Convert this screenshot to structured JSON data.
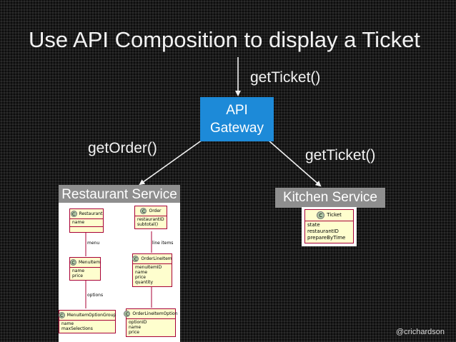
{
  "title": "Use API Composition to display a Ticket",
  "gateway": {
    "line1": "API",
    "line2": "Gateway"
  },
  "calls": {
    "incoming": "getTicket()",
    "left": "getOrder()",
    "right": "getTicket()"
  },
  "services": {
    "restaurant": "Restaurant Service",
    "kitchen": "Kitchen Service"
  },
  "restaurant_diagram": {
    "classes": {
      "restaurant": {
        "name": "Restaurant",
        "attrs": [
          "name"
        ]
      },
      "order": {
        "name": "Order",
        "attrs": [
          "restaurantID",
          "subtotal()"
        ]
      },
      "menuitem": {
        "name": "MenuItem",
        "attrs": [
          "name",
          "price"
        ]
      },
      "orderlineitem": {
        "name": "OrderLineItem",
        "attrs": [
          "menuItemID",
          "name",
          "price",
          "quantity"
        ]
      },
      "menuitemoptiongroup": {
        "name": "MenuItemOptionGroup",
        "attrs": [
          "name",
          "maxSelections"
        ]
      },
      "orderlineitemoption": {
        "name": "OrderLineItemOption",
        "attrs": [
          "optionID",
          "name",
          "price"
        ]
      }
    },
    "relations": {
      "menu": "menu",
      "line_items": "line items",
      "options": "options"
    }
  },
  "kitchen_diagram": {
    "ticket": {
      "name": "Ticket",
      "attrs": [
        "state",
        "restaurantID",
        "prepareByTime"
      ]
    }
  },
  "author": "@crichardson",
  "colors": {
    "gateway": "#1d8ad8",
    "service_label": "#8e8e8e",
    "class_fill": "#fefece",
    "class_border": "#a80036"
  }
}
